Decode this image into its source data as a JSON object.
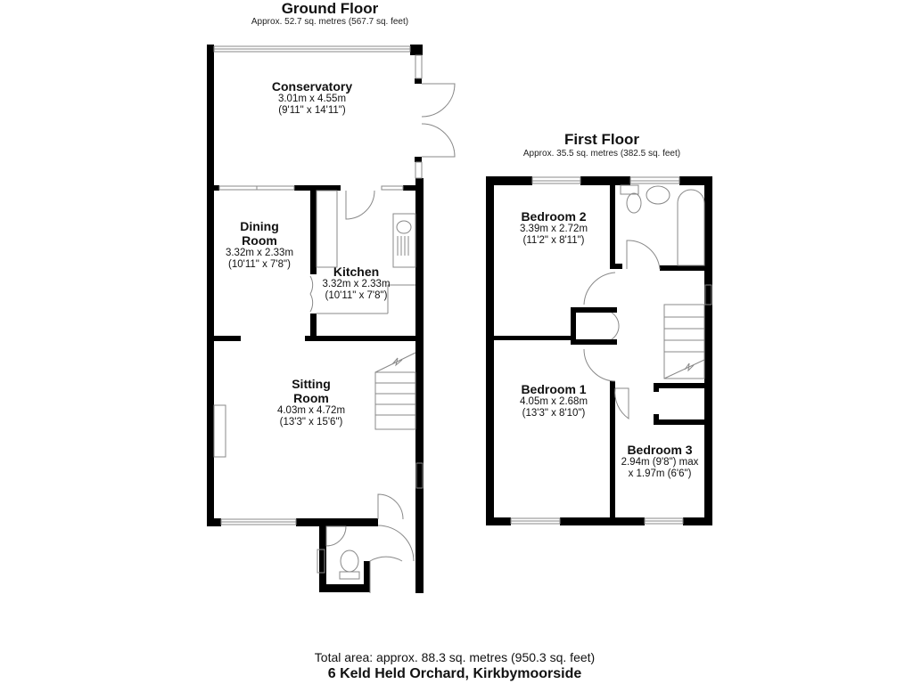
{
  "ground_floor": {
    "title": "Ground Floor",
    "area": "Approx. 52.7 sq. metres (567.7 sq. feet)",
    "rooms": [
      {
        "name": "Conservatory",
        "dim_m": "3.01m x 4.55m",
        "dim_ft": "(9'11\" x 14'11\")"
      },
      {
        "name": "Dining",
        "name2": "Room",
        "dim_m": "3.32m x 2.33m",
        "dim_ft": "(10'11\" x 7'8\")"
      },
      {
        "name": "Kitchen",
        "dim_m": "3.32m x 2.33m",
        "dim_ft": "(10'11\" x 7'8\")"
      },
      {
        "name": "Sitting",
        "name2": "Room",
        "dim_m": "4.03m x 4.72m",
        "dim_ft": "(13'3\" x 15'6\")"
      }
    ]
  },
  "first_floor": {
    "title": "First Floor",
    "area": "Approx. 35.5 sq. metres (382.5 sq. feet)",
    "rooms": [
      {
        "name": "Bedroom 2",
        "dim_m": "3.39m x 2.72m",
        "dim_ft": "(11'2\" x 8'11\")"
      },
      {
        "name": "Bedroom 1",
        "dim_m": "4.05m x 2.68m",
        "dim_ft": "(13'3\" x 8'10\")"
      },
      {
        "name": "Bedroom 3",
        "dim_m": "2.94m (9'8\") max",
        "dim_ft": "x 1.97m (6'6\")"
      }
    ]
  },
  "footer": {
    "total_area": "Total area: approx. 88.3 sq. metres (950.3 sq. feet)",
    "address": "6 Keld Held Orchard, Kirkbymoorside"
  },
  "colors": {
    "wall": "#000000",
    "fixture_line": "#888888",
    "background": "#ffffff"
  }
}
